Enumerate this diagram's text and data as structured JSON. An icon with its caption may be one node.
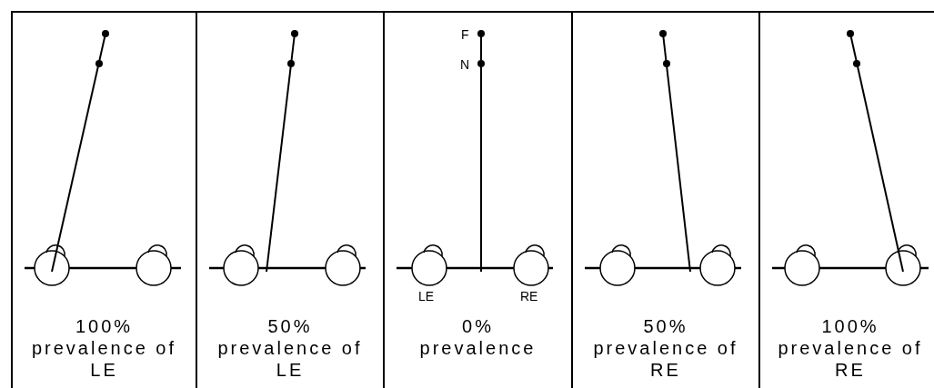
{
  "diagram": {
    "nodes": [
      {
        "text": [
          "100% prevalence of LE"
        ]
      },
      {
        "text": [
          "50% prevalence of LE"
        ]
      },
      {
        "text": [
          "0% prevalence"
        ]
      },
      {
        "text": [
          "50% prevalence of RE"
        ]
      },
      {
        "text": [
          "100% prevalence of RE"
        ]
      }
    ],
    "labels": [
      "F",
      "N",
      "LE",
      "RE"
    ]
  }
}
